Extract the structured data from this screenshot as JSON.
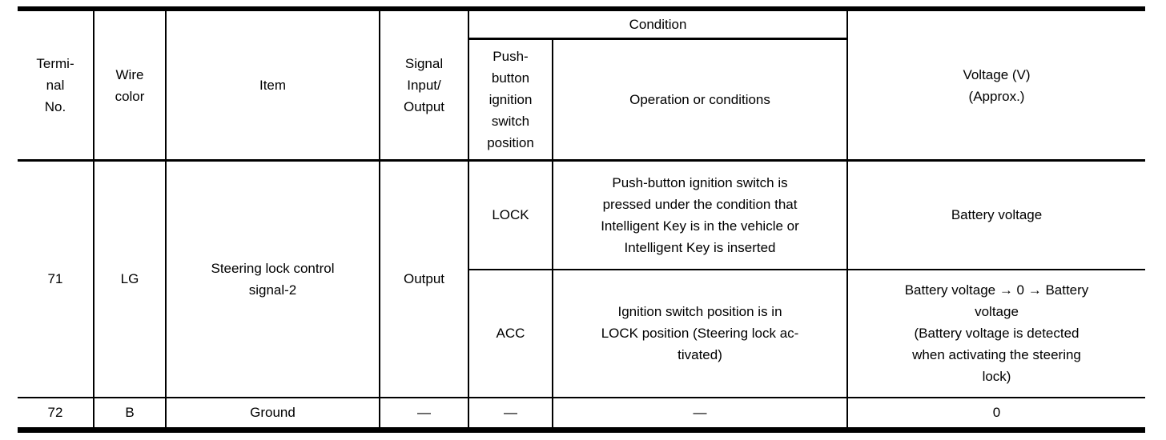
{
  "table": {
    "headers": {
      "terminal_no": "Termi-\nnal\nNo.",
      "wire_color": "Wire\ncolor",
      "item": "Item",
      "signal_io": "Signal\nInput/\nOutput",
      "condition": "Condition",
      "push_button": "Push-\nbutton\nignition\nswitch\nposition",
      "operation": "Operation or conditions",
      "voltage": "Voltage (V)\n(Approx.)"
    },
    "rows": {
      "r71": {
        "terminal": "71",
        "wire_color": "LG",
        "item": "Steering lock control\nsignal-2",
        "signal_io": "Output",
        "conditions": {
          "lock": {
            "position": "LOCK",
            "operation": "Push-button ignition switch is\npressed under the condition that\nIntelligent Key is in the vehicle or\nIntelligent Key is inserted",
            "voltage": "Battery voltage"
          },
          "acc": {
            "position": "ACC",
            "operation": "Ignition switch position is in\nLOCK position (Steering lock ac-\ntivated)",
            "voltage": "Battery voltage → 0 → Battery\nvoltage\n(Battery voltage is detected\nwhen activating the steering\nlock)"
          }
        }
      },
      "r72": {
        "terminal": "72",
        "wire_color": "B",
        "item": "Ground",
        "signal_io": "—",
        "position": "—",
        "operation": "—",
        "voltage": "0"
      }
    },
    "colors": {
      "border": "#000000",
      "background": "#ffffff",
      "text": "#000000"
    }
  }
}
